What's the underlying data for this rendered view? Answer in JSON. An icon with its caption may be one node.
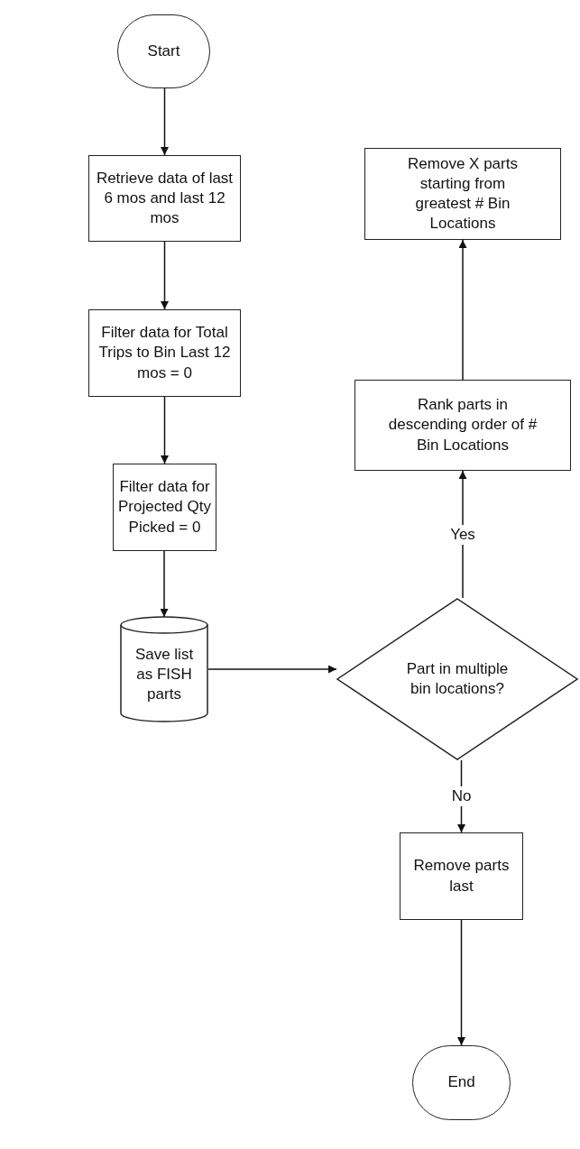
{
  "diagram": {
    "nodes": [
      {
        "text": [
          "Start"
        ]
      },
      {
        "text": [
          "Retrieve data of last 6 mos and last 12 mos"
        ]
      },
      {
        "text": [
          "Filter data for Total Trips to Bin Last 12 mos = 0"
        ]
      },
      {
        "text": [
          "Filter data for Projected Qty Picked = 0"
        ]
      },
      {
        "text": [
          "Save list as FISH parts"
        ]
      },
      {
        "text": [
          "Part in multiple bin locations?"
        ]
      },
      {
        "text": [
          "Rank parts  in descending order of # Bin Locations"
        ]
      },
      {
        "text": [
          "Remove X parts starting from greatest # Bin Locations"
        ]
      },
      {
        "text": [
          "Remove parts last"
        ]
      },
      {
        "text": [
          "End"
        ]
      }
    ],
    "edges": [
      {
        "from": 0,
        "to": 1,
        "arrow": "to"
      },
      {
        "from": 1,
        "to": 2,
        "arrow": "to"
      },
      {
        "from": 2,
        "to": 3,
        "arrow": "to"
      },
      {
        "from": 3,
        "to": 4,
        "arrow": "to"
      },
      {
        "from": 4,
        "to": 5,
        "arrow": "to"
      },
      {
        "from": 5,
        "to": 6,
        "arrow": "to",
        "label": "Yes"
      },
      {
        "from": 6,
        "to": 7,
        "arrow": "to"
      },
      {
        "from": 5,
        "to": 8,
        "arrow": "to",
        "label": "No"
      },
      {
        "from": 8,
        "to": 9,
        "arrow": "to"
      }
    ]
  }
}
